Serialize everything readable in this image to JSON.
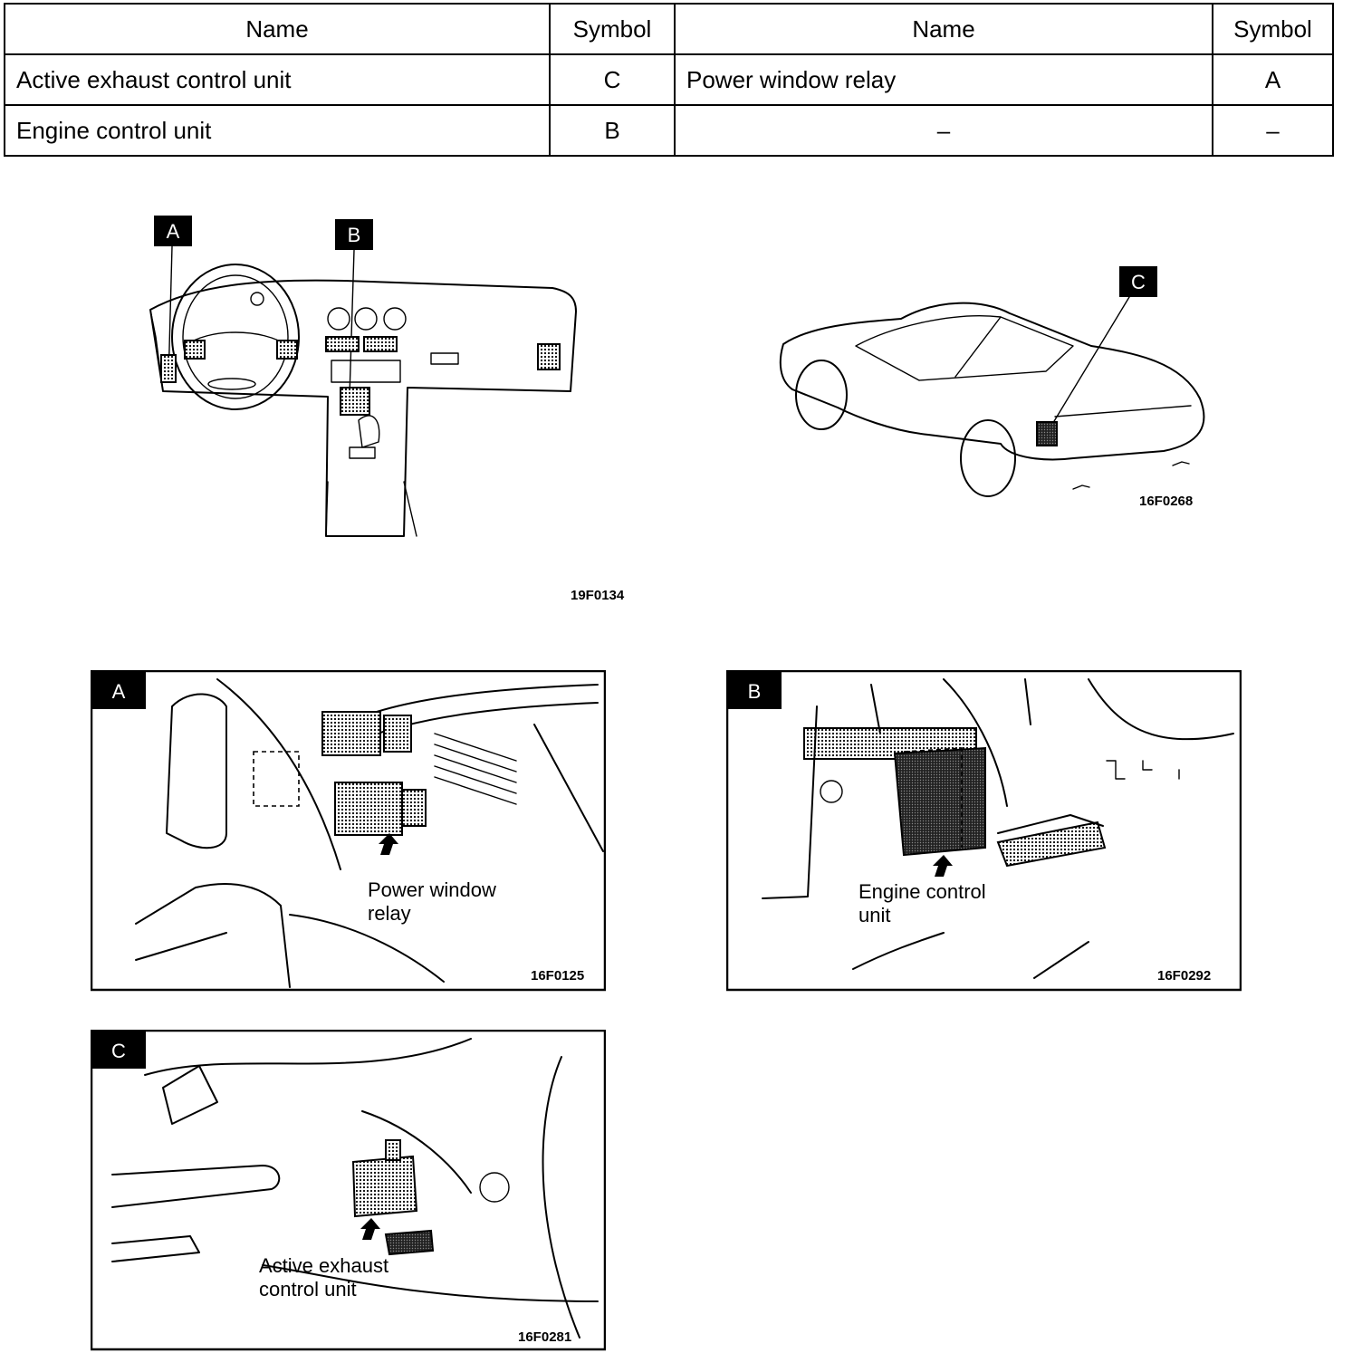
{
  "table": {
    "headers": [
      "Name",
      "Symbol",
      "Name",
      "Symbol"
    ],
    "rows": [
      {
        "name1": "Active exhaust control unit",
        "sym1": "C",
        "name2": "Power window relay",
        "sym2": "A"
      },
      {
        "name1": "Engine control unit",
        "sym1": "B",
        "name2": "–",
        "sym2": "–"
      }
    ]
  },
  "overview_dash": {
    "tag_a": "A",
    "tag_b": "B",
    "code": "19F0134"
  },
  "overview_car": {
    "tag_c": "C",
    "code": "16F0268"
  },
  "detail_a": {
    "tag": "A",
    "callout_line1": "Power window",
    "callout_line2": "relay",
    "code": "16F0125"
  },
  "detail_b": {
    "tag": "B",
    "callout_line1": "Engine control",
    "callout_line2": "unit",
    "code": "16F0292"
  },
  "detail_c": {
    "tag": "C",
    "callout_line1": "Active exhaust",
    "callout_line2": "control unit",
    "code": "16F0281"
  }
}
